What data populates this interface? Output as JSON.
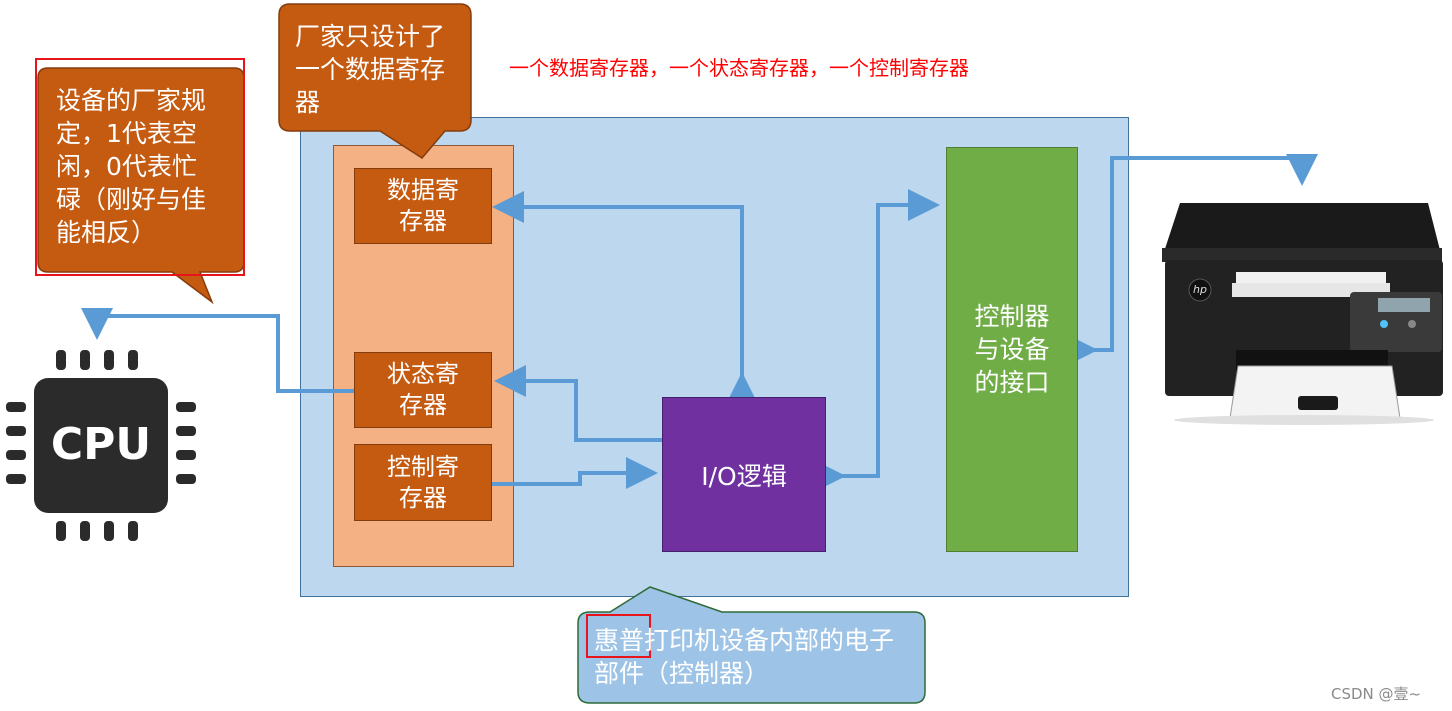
{
  "registers": {
    "data": "数据寄存器",
    "status": "状态寄存器",
    "control": "控制寄存器"
  },
  "io_logic": "I/O逻辑",
  "device_interface": "控制器与设备的接口",
  "callouts": {
    "left": "设备的厂家规定，1代表空闲，0代表忙碌（刚好与佳能相反）",
    "top": "厂家只设计了一个数据寄存器",
    "bottom": "惠普打印机设备内部的电子部件（控制器）"
  },
  "red_note": "一个数据寄存器，一个状态寄存器，一个控制寄存器",
  "cpu_label": "CPU",
  "printer_logo": "hp",
  "watermark": "CSDN @壹~",
  "colors": {
    "outer_box": "#bdd7ee",
    "register_column": "#f4b183",
    "register": "#c55a11",
    "io_logic": "#7030a0",
    "interface": "#70ad47",
    "arrow": "#5b9bd5",
    "callout_orange": "#c55a11",
    "callout_blue": "#9dc3e6",
    "highlight": "#e8141b"
  }
}
